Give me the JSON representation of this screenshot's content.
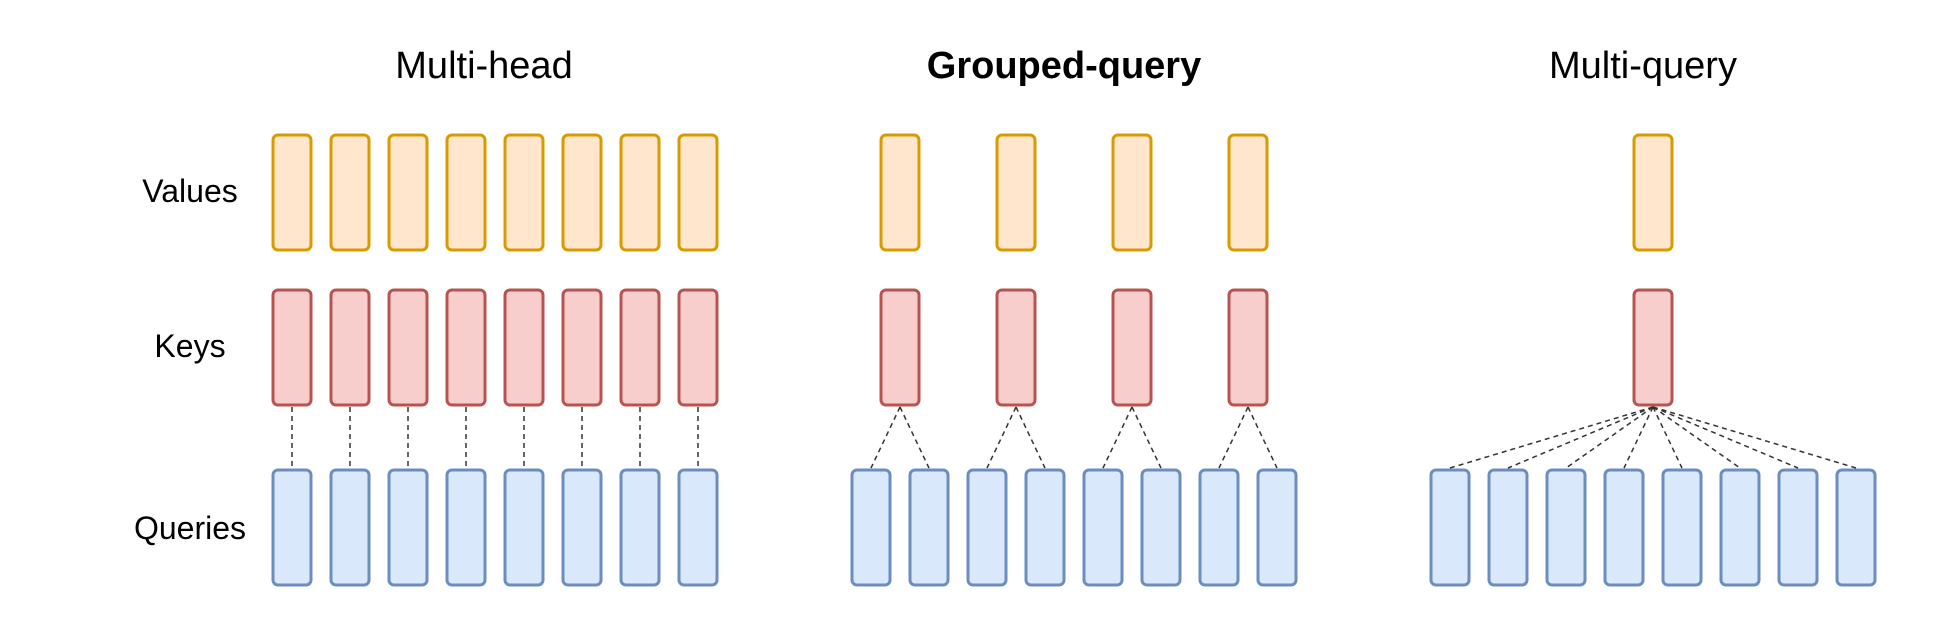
{
  "panels": [
    {
      "title": "Multi-head",
      "bold": false,
      "kv_heads": 8,
      "query_heads": 8
    },
    {
      "title": "Grouped-query",
      "bold": true,
      "kv_heads": 4,
      "query_heads": 8
    },
    {
      "title": "Multi-query",
      "bold": false,
      "kv_heads": 1,
      "query_heads": 8
    }
  ],
  "row_labels": {
    "values": "Values",
    "keys": "Keys",
    "queries": "Queries"
  },
  "colors": {
    "values_fill": "#ffe6cc",
    "values_stroke": "#d79b00",
    "keys_fill": "#f8cecc",
    "keys_stroke": "#b85450",
    "queries_fill": "#dae8fc",
    "queries_stroke": "#6c8ebf"
  }
}
